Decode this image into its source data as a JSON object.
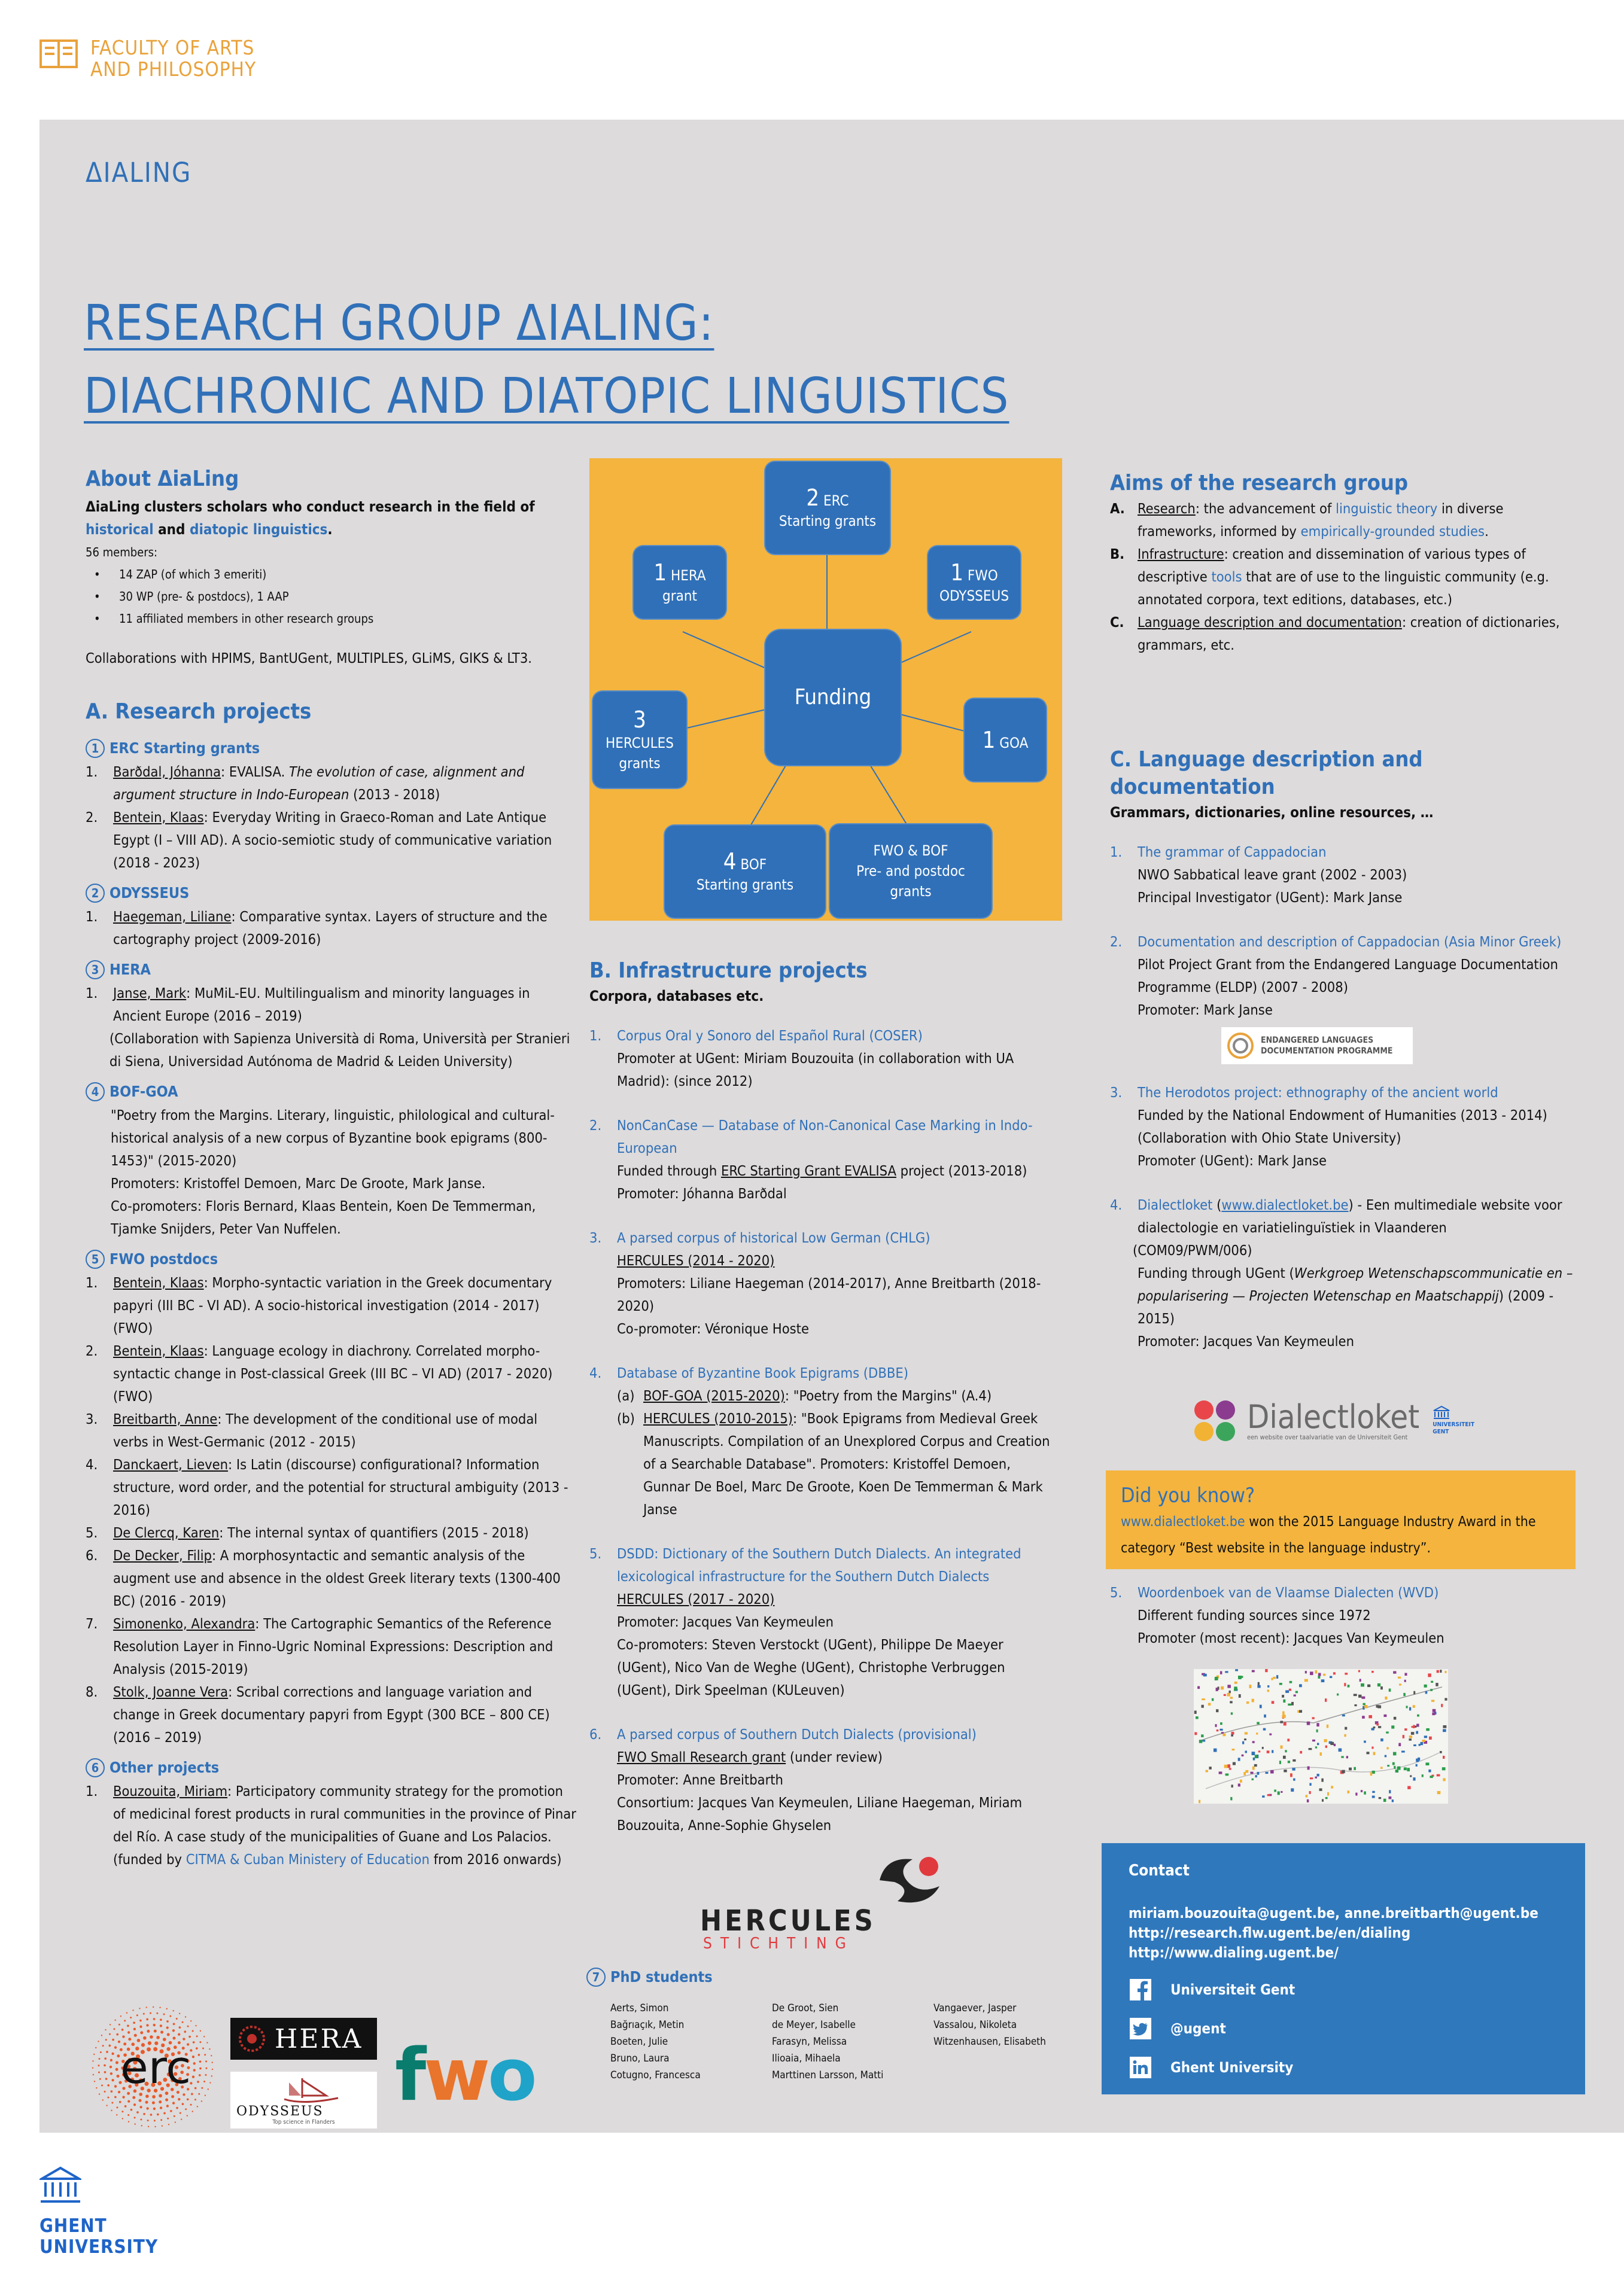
{
  "faculty": {
    "line1": "FACULTY OF ARTS",
    "line2": "AND PHILOSOPHY"
  },
  "header_label": "ΔIALING",
  "title": {
    "line1": "RESEARCH GROUP ΔIALING:",
    "line2": "DIACHRONIC AND DIATOPIC LINGUISTICS"
  },
  "about": {
    "heading": "About ΔiaLing",
    "intro": "ΔiaLing clusters scholars who conduct research in the field of",
    "intro_link1": "historical",
    "intro_and": "and",
    "intro_link2": "diatopic linguistics",
    "intro_end": ".",
    "members": "56 members:",
    "bullets": [
      "14 ZAP (of which 3 emeriti)",
      "30 WP (pre- & postdocs), 1 AAP",
      "11 affiliated members in other research groups"
    ],
    "collab": "Collaborations with HPIMS, BantUGent, MULTIPLES, GLiMS, GIKS & LT3."
  },
  "research": {
    "heading": "A. Research projects",
    "erc": {
      "num": "1",
      "title": "ERC Starting grants",
      "items": [
        {
          "n": "1.",
          "name": "Barðdal, Jóhanna",
          "sep": ": EVALISA. ",
          "ital": "The evolution of case, alignment and argument structure in Indo-European",
          "rest": " (2013 - 2018)"
        },
        {
          "n": "2.",
          "name": "Bentein, Klaas",
          "sep": ": ",
          "ital": "",
          "rest": "Everyday Writing in Graeco-Roman and Late Antique Egypt (I – VIII AD). A socio-semiotic study of communicative variation (2018 - 2023)"
        }
      ]
    },
    "odysseus": {
      "num": "2",
      "title": "ODYSSEUS",
      "items": [
        {
          "n": "1.",
          "name": "Haegeman, Liliane",
          "rest": ": Comparative syntax. Layers of structure and the cartography project (2009-2016)"
        }
      ]
    },
    "hera": {
      "num": "3",
      "title": "HERA",
      "items": [
        {
          "n": "1.",
          "name": "Janse, Mark",
          "rest": ": MuMiL-EU. Multilingualism and minority languages in Ancient Europe (2016 – 2019)"
        }
      ],
      "note": "(Collaboration with Sapienza Università di Roma, Università per Stranieri di Siena, Universidad Autónoma de Madrid & Leiden University)"
    },
    "bofgoa": {
      "num": "4",
      "title": "BOF-GOA",
      "text": "\"Poetry from the Margins. Literary, linguistic, philological and cultural-historical analysis of a new corpus of Byzantine book epigrams (800-1453)\" (2015-2020)",
      "promoters": "Promoters: Kristoffel Demoen, Marc De Groote, Mark Janse.",
      "copromoters": "Co-promoters: Floris Bernard, Klaas Bentein, Koen De Temmerman, Tjamke Snijders, Peter Van Nuffelen."
    },
    "fwo": {
      "num": "5",
      "title": "FWO postdocs",
      "items": [
        {
          "n": "1.",
          "name": "Bentein, Klaas",
          "rest": ": Morpho-syntactic variation in the Greek documentary papyri (III BC - VI AD). A socio-historical investigation (2014 - 2017) (FWO)"
        },
        {
          "n": "2.",
          "name": "Bentein, Klaas",
          "rest": ": Language ecology in diachrony. Correlated morpho-syntactic change in Post-classical Greek (III BC – VI AD) (2017 - 2020) (FWO)"
        },
        {
          "n": "3.",
          "name": "Breitbarth, Anne",
          "rest": ": The development of the conditional use of modal verbs in West-Germanic (2012 - 2015)"
        },
        {
          "n": "4.",
          "name": "Danckaert, Lieven",
          "rest": ": Is Latin (discourse) configurational? Information structure, word order, and the potential for structural ambiguity (2013 - 2016)"
        },
        {
          "n": "5.",
          "name": "De Clercq, Karen",
          "rest": ": The internal syntax of quantifiers (2015 - 2018)"
        },
        {
          "n": "6.",
          "name": "De Decker, Filip",
          "rest": ": A morphosyntactic and semantic analysis of the augment use and absence in the oldest Greek literary texts (1300-400 BC) (2016 - 2019)"
        },
        {
          "n": "7.",
          "name": "Simonenko, Alexandra",
          "rest": ": The Cartographic Semantics of the Reference Resolution Layer in Finno-Ugric Nominal Expressions: Description and Analysis (2015-2019)"
        },
        {
          "n": "8.",
          "name": "Stolk, Joanne Vera",
          "rest": ": Scribal corrections and language variation and change in Greek documentary papyri from Egypt (300 BCE – 800 CE) (2016 – 2019)"
        }
      ]
    },
    "other": {
      "num": "6",
      "title": "Other projects",
      "items": [
        {
          "n": "1.",
          "name": "Bouzouita, Miriam",
          "rest": ": Participatory community strategy for the promotion of medicinal forest products in rural communities in the province of Pinar del Río. A case study of the municipalities of Guane and Los Palacios. (funded by ",
          "link": "CITMA & Cuban Ministery of Education",
          "end": " from 2016 onwards)"
        }
      ]
    }
  },
  "funding": {
    "center": "Funding",
    "erc": {
      "num": "2",
      "lbl": "ERC",
      "sub": "Starting grants"
    },
    "hera": {
      "num": "1",
      "lbl": "HERA",
      "sub": "grant"
    },
    "fwo_ody": {
      "num": "1",
      "lbl": "FWO",
      "sub": "ODYSSEUS"
    },
    "hercules": {
      "num": "3",
      "lbl": "HERCULES",
      "sub": "grants"
    },
    "goa": {
      "num": "1",
      "lbl": "GOA"
    },
    "bof": {
      "num": "4",
      "lbl": "BOF",
      "sub": "Starting grants"
    },
    "fwobof": {
      "l1": "FWO & BOF",
      "l2": "Pre- and postdoc",
      "l3": "grants"
    }
  },
  "infra": {
    "heading": "B. Infrastructure projects",
    "sub": "Corpora, databases etc.",
    "p1": {
      "n": "1.",
      "title": "Corpus Oral y Sonoro del Español Rural (COSER)",
      "lines": [
        "Promoter at UGent: Miriam Bouzouita (in collaboration with UA Madrid): (since 2012)"
      ]
    },
    "p2": {
      "n": "2.",
      "title": "NonCanCase — Database of Non-Canonical Case Marking in Indo-European",
      "funded": "Funded through ",
      "funded_u": "ERC Starting Grant EVALISA",
      "funded_end": " project (2013-2018)",
      "promoter": "Promoter: Jóhanna Barðdal"
    },
    "p3": {
      "n": "3.",
      "title": "A parsed corpus of historical Low German (CHLG)",
      "grant": "HERCULES (2014 - 2020)",
      "promoters": "Promoters: Liliane Haegeman (2014-2017), Anne Breitbarth (2018-2020)",
      "co": "Co-promoter: Véronique Hoste"
    },
    "p4": {
      "n": "4.",
      "title": "Database of Byzantine Book Epigrams (DBBE)",
      "a_lbl": "(a)",
      "a_u": "BOF-GOA (2015-2020)",
      "a_rest": ": \"Poetry from the Margins\" (A.4)",
      "b_lbl": "(b)",
      "b_u": "HERCULES (2010-2015)",
      "b_rest": ": \"Book Epigrams from Medieval Greek Manuscripts. Compilation of an Unexplored Corpus and Creation of a Searchable Database\". Promoters: Kristoffel Demoen, Gunnar De Boel, Marc De Groote, Koen De Temmerman & Mark Janse"
    },
    "p5": {
      "n": "5.",
      "title": "DSDD: Dictionary of the Southern Dutch Dialects. An integrated lexicological infrastructure for the Southern Dutch Dialects",
      "grant": "HERCULES (2017 - 2020)",
      "promoter": "Promoter: Jacques Van Keymeulen",
      "co": "Co-promoters: Steven Verstockt (UGent), Philippe De Maeyer (UGent), Nico Van de Weghe (UGent), Christophe Verbruggen (UGent), Dirk Speelman (KULeuven)"
    },
    "p6": {
      "n": "6.",
      "title": "A parsed corpus of Southern Dutch Dialects (provisional)",
      "grant_u": "FWO Small Research grant",
      "grant_rest": " (under review)",
      "promoter": "Promoter: Anne Breitbarth",
      "consortium": "Consortium: Jacques Van Keymeulen, Liliane Haegeman, Miriam Bouzouita, Anne-Sophie Ghyselen"
    }
  },
  "hercules_logo": {
    "l1": "HERCULES",
    "l2": "STICHTING"
  },
  "phd": {
    "num": "7",
    "heading": "PhD students",
    "col1": [
      "Aerts, Simon",
      "Bağrıaçık, Metin",
      "Boeten, Julie",
      "Bruno, Laura",
      "Cotugno, Francesca"
    ],
    "col2": [
      "De Groot, Sien",
      "de Meyer, Isabelle",
      "Farasyn, Melissa",
      "Ilioaia, Mihaela",
      "Marttinen Larsson, Matti"
    ],
    "col3": [
      "Vangaever, Jasper",
      "Vassalou, Nikoleta",
      "Witzenhausen, Elisabeth"
    ]
  },
  "aims": {
    "heading": "Aims of the research group",
    "a": {
      "lbl": "A.",
      "u": "Research",
      "t1": ": the advancement of ",
      "link1": "linguistic theory",
      "t2": " in diverse frameworks, informed by ",
      "link2": "empirically-grounded studies",
      "t3": "."
    },
    "b": {
      "lbl": "B.",
      "u": "Infrastructure",
      "t1": ": creation and dissemination of various types of descriptive ",
      "link1": "tools",
      "t2": " that are of use to the linguistic community (e.g. annotated corpora, text editions, databases, etc.)"
    },
    "c": {
      "lbl": "C.",
      "u": "Language description and documentation",
      "t1": ": creation of dictionaries, grammars, etc."
    }
  },
  "langdesc": {
    "heading": "C. Language description and documentation",
    "sub": "Grammars, dictionaries, online resources, …",
    "p1": {
      "n": "1.",
      "title": "The grammar of Cappadocian",
      "l1": "NWO Sabbatical leave grant (2002 - 2003)",
      "l2": "Principal Investigator (UGent): Mark Janse"
    },
    "p2": {
      "n": "2.",
      "title": "Documentation and description of Cappadocian (Asia Minor Greek)",
      "l1": "Pilot Project Grant from the Endangered Language Documentation Programme (ELDP) (2007 - 2008)",
      "l2": "Promoter: Mark Janse"
    },
    "eldp": {
      "l1": "ENDANGERED LANGUAGES",
      "l2": "DOCUMENTATION PROGRAMME"
    },
    "p3": {
      "n": "3.",
      "title": "The Herodotos project: ethnography of the ancient world",
      "l1": "Funded by the National Endowment of Humanities (2013 - 2014) (Collaboration with Ohio State University)",
      "l2": "Promoter (UGent): Mark Janse"
    },
    "p4": {
      "n": "4.",
      "title": "Dialectloket",
      "link": "www.dialectloket.be",
      "rest": " - Een multimediale website voor dialectologie en variatielinguïstiek in Vlaanderen",
      "code": "(COM09/PWM/006)",
      "funded": "Funding through UGent (",
      "funded_it": "Werkgroep Wetenschapscommunicatie en –popularisering — Projecten Wetenschap en Maatschappij",
      "funded_end": ") (2009 - 2015)",
      "promoter": "Promoter: Jacques Van Keymeulen"
    },
    "dialectloket_logo": {
      "name": "Dialectloket",
      "tag": "een website over taalvariatie van de Universiteit Gent",
      "ug1": "UNIVERSITEIT",
      "ug2": "GENT"
    },
    "p5": {
      "n": "5.",
      "title": "Woordenboek van de Vlaamse Dialecten (WVD)",
      "l1": "Different funding sources since 1972",
      "l2": "Promoter (most recent): Jacques Van Keymeulen"
    }
  },
  "didyouknow": {
    "heading": "Did you know?",
    "link": "www.dialectloket.be",
    "text": " won the 2015 Language Industry Award in the category “Best website in the language industry”."
  },
  "contact": {
    "heading": "Contact",
    "emails": "miriam.bouzouita@ugent.be, anne.breitbarth@ugent.be",
    "url1": "http://research.flw.ugent.be/en/dialing",
    "url2": "http://www.dialing.ugent.be/",
    "facebook": "Universiteit Gent",
    "twitter": "@ugent",
    "linkedin": "Ghent University"
  },
  "logos": {
    "erc": "erc",
    "hera": "HERA",
    "odysseus": "ODYSSEUS",
    "odysseus_tag": "Top science in Flanders",
    "fwo": "fwo"
  },
  "ghent": {
    "l1": "GHENT",
    "l2": "UNIVERSITY"
  },
  "colors": {
    "blue": "#3070b8",
    "orange": "#f4b43d",
    "panel": "#dddbdc",
    "contact": "#3078bc"
  }
}
